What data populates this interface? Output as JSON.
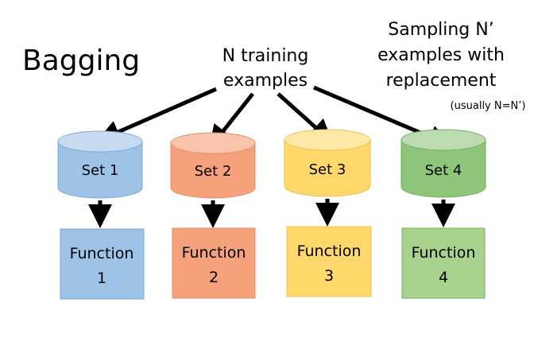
{
  "title": "Bagging",
  "source": {
    "line1": "N training",
    "line2": "examples"
  },
  "sampling": {
    "line1": "Sampling N’",
    "line2": "examples with",
    "line3": "replacement",
    "note": "(usually N=N’)"
  },
  "sets": [
    {
      "label": "Set 1",
      "fill": "#9dc3e6",
      "top": "#c6dbef",
      "stroke": "#7fa7d1"
    },
    {
      "label": "Set 2",
      "fill": "#f4a17c",
      "top": "#f8c4aa",
      "stroke": "#e08e6c"
    },
    {
      "label": "Set 3",
      "fill": "#ffd86b",
      "top": "#ffe8a6",
      "stroke": "#e8c35a"
    },
    {
      "label": "Set 4",
      "fill": "#8fc57a",
      "top": "#bddbb0",
      "stroke": "#6fae5a"
    }
  ],
  "functions": [
    {
      "line1": "Function",
      "line2": "1",
      "fill": "#9dc3e6",
      "stroke": "#7fa7d1"
    },
    {
      "line1": "Function",
      "line2": "2",
      "fill": "#f4a17c",
      "stroke": "#e08e6c"
    },
    {
      "line1": "Function",
      "line2": "3",
      "fill": "#ffd86b",
      "stroke": "#e8c35a"
    },
    {
      "line1": "Function",
      "line2": "4",
      "fill": "#a9d18e",
      "stroke": "#6fae5a"
    }
  ],
  "colors": {
    "arrow": "#000000"
  }
}
